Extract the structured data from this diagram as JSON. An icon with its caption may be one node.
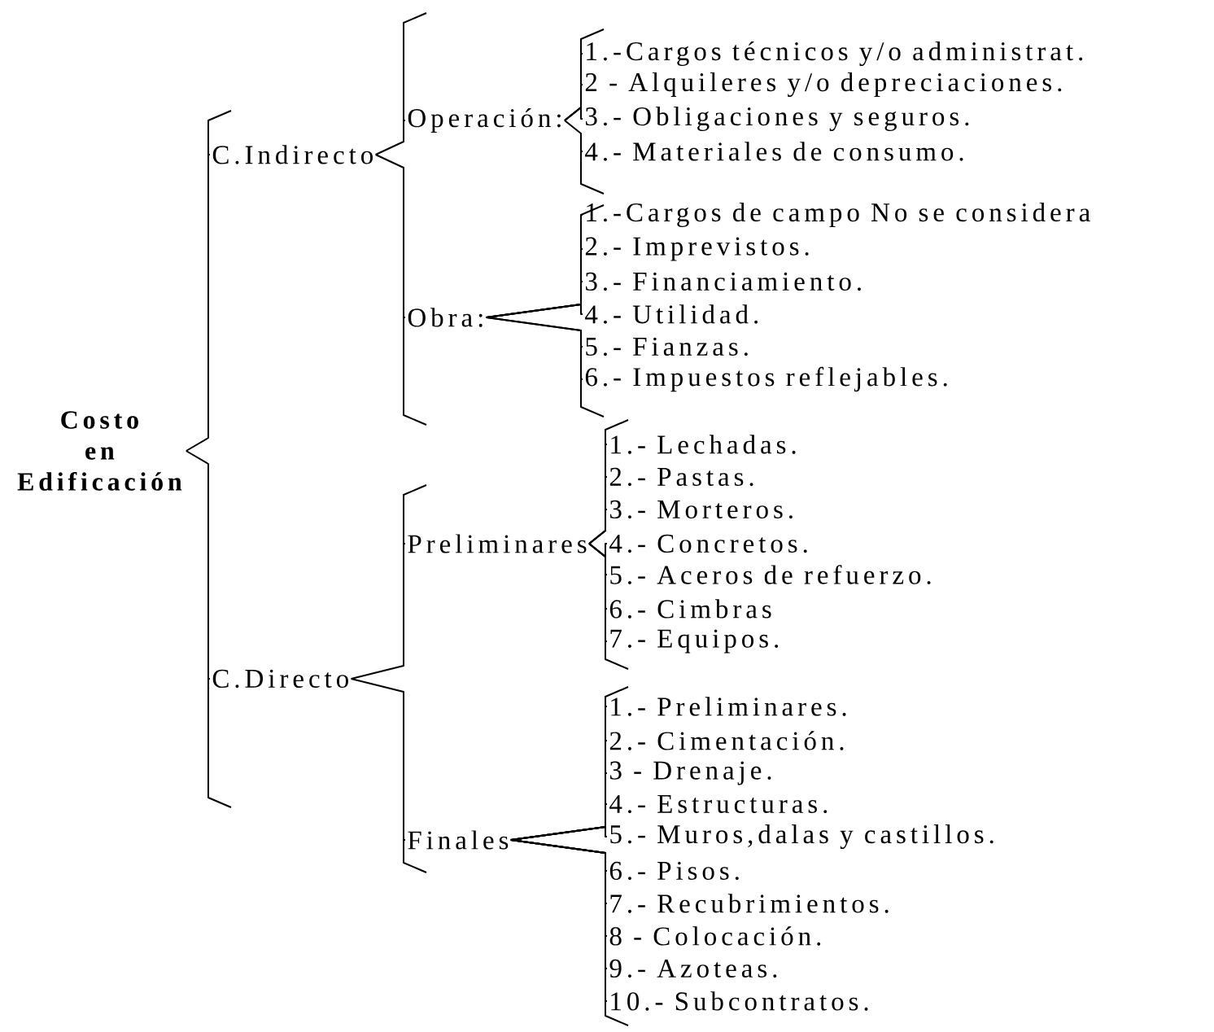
{
  "diagram": {
    "nodes": [
      {
        "text": [
          "Costo en Edificación"
        ]
      },
      {
        "text": [
          "C.Indirecto"
        ]
      },
      {
        "text": [
          "Operación:"
        ]
      },
      {
        "text": [
          "1.-Cargos técnicos y/o administrat."
        ]
      },
      {
        "text": [
          "2 - Alquileres y/o depreciaciones."
        ]
      },
      {
        "text": [
          "3.- Obligaciones y seguros."
        ]
      },
      {
        "text": [
          "4.- Materiales de consumo."
        ]
      },
      {
        "text": [
          "Obra:"
        ]
      },
      {
        "text": [
          "1.-Cargos de campo No se considera"
        ]
      },
      {
        "text": [
          "2.- Imprevistos."
        ]
      },
      {
        "text": [
          "3.- Financiamiento."
        ]
      },
      {
        "text": [
          "4.- Utilidad."
        ]
      },
      {
        "text": [
          "5.- Fianzas."
        ]
      },
      {
        "text": [
          "6.- Impuestos reflejables."
        ]
      },
      {
        "text": [
          "C.Directo"
        ]
      },
      {
        "text": [
          "Preliminares"
        ]
      },
      {
        "text": [
          "1.- Lechadas."
        ]
      },
      {
        "text": [
          "2.- Pastas."
        ]
      },
      {
        "text": [
          "3.- Morteros."
        ]
      },
      {
        "text": [
          "4.- Concretos."
        ]
      },
      {
        "text": [
          "5.- Aceros de refuerzo."
        ]
      },
      {
        "text": [
          "6.- Cimbras"
        ]
      },
      {
        "text": [
          "7.- Equipos."
        ]
      },
      {
        "text": [
          "Finales"
        ]
      },
      {
        "text": [
          "1.- Preliminares."
        ]
      },
      {
        "text": [
          "2.- Cimentación."
        ]
      },
      {
        "text": [
          "3 - Drenaje."
        ]
      },
      {
        "text": [
          "4.- Estructuras."
        ]
      },
      {
        "text": [
          "5.- Muros,dalas y castillos."
        ]
      },
      {
        "text": [
          "6.- Pisos."
        ]
      },
      {
        "text": [
          "7.- Recubrimientos."
        ]
      },
      {
        "text": [
          "8 - Colocación."
        ]
      },
      {
        "text": [
          "9.- Azoteas."
        ]
      },
      {
        "text": [
          "10.- Subcontratos."
        ]
      }
    ],
    "edges": [
      {
        "from": 0,
        "to": 1,
        "arrow": "none"
      },
      {
        "from": 0,
        "to": 14,
        "arrow": "none"
      },
      {
        "from": 1,
        "to": 2,
        "arrow": "none"
      },
      {
        "from": 1,
        "to": 7,
        "arrow": "none"
      },
      {
        "from": 2,
        "to": 3,
        "arrow": "none"
      },
      {
        "from": 2,
        "to": 4,
        "arrow": "none"
      },
      {
        "from": 2,
        "to": 5,
        "arrow": "none"
      },
      {
        "from": 2,
        "to": 6,
        "arrow": "none"
      },
      {
        "from": 7,
        "to": 8,
        "arrow": "none"
      },
      {
        "from": 7,
        "to": 9,
        "arrow": "none"
      },
      {
        "from": 7,
        "to": 10,
        "arrow": "none"
      },
      {
        "from": 7,
        "to": 11,
        "arrow": "none"
      },
      {
        "from": 7,
        "to": 12,
        "arrow": "none"
      },
      {
        "from": 7,
        "to": 13,
        "arrow": "none"
      },
      {
        "from": 14,
        "to": 15,
        "arrow": "none"
      },
      {
        "from": 14,
        "to": 23,
        "arrow": "none"
      },
      {
        "from": 15,
        "to": 16,
        "arrow": "none"
      },
      {
        "from": 15,
        "to": 17,
        "arrow": "none"
      },
      {
        "from": 15,
        "to": 18,
        "arrow": "none"
      },
      {
        "from": 15,
        "to": 19,
        "arrow": "none"
      },
      {
        "from": 15,
        "to": 20,
        "arrow": "none"
      },
      {
        "from": 15,
        "to": 21,
        "arrow": "none"
      },
      {
        "from": 15,
        "to": 22,
        "arrow": "none"
      },
      {
        "from": 23,
        "to": 24,
        "arrow": "none"
      },
      {
        "from": 23,
        "to": 25,
        "arrow": "none"
      },
      {
        "from": 23,
        "to": 26,
        "arrow": "none"
      },
      {
        "from": 23,
        "to": 27,
        "arrow": "none"
      },
      {
        "from": 23,
        "to": 28,
        "arrow": "none"
      },
      {
        "from": 23,
        "to": 29,
        "arrow": "none"
      },
      {
        "from": 23,
        "to": 30,
        "arrow": "none"
      },
      {
        "from": 23,
        "to": 31,
        "arrow": "none"
      },
      {
        "from": 23,
        "to": 32,
        "arrow": "none"
      },
      {
        "from": 23,
        "to": 33,
        "arrow": "none"
      }
    ]
  }
}
